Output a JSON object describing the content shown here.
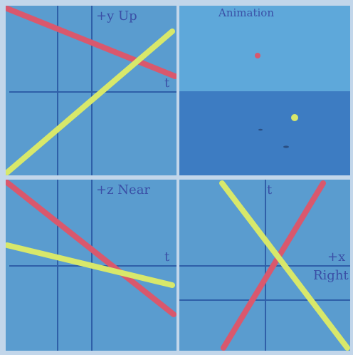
{
  "panels": {
    "ty": {
      "axis_label": "+y Up",
      "time_label": "t"
    },
    "animation": {
      "title": "Animation"
    },
    "tz": {
      "axis_label": "+z Near",
      "time_label": "t"
    },
    "xt": {
      "time_label": "t",
      "axis_label_line1": "+x",
      "axis_label_line2": "Right"
    }
  },
  "colors": {
    "panel_bg": "#5a9ccf",
    "axis": "#2f5fa8",
    "red_rod": "#d9586d",
    "yellow_rod": "#d8e86a",
    "sky": "#5ea8da",
    "ground": "#3d7cc2",
    "label": "#3a4fa6"
  }
}
